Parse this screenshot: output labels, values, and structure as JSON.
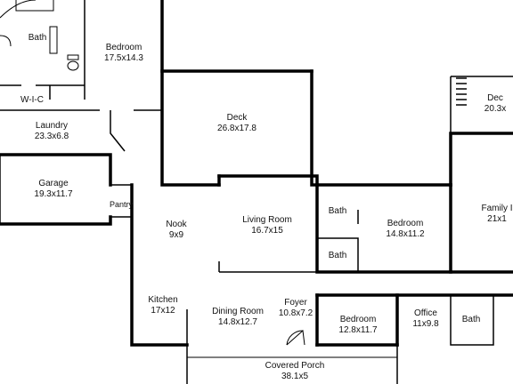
{
  "rooms": {
    "bath_tl": {
      "name": "Bath",
      "dims": ""
    },
    "bedroom_tl": {
      "name": "Bedroom",
      "dims": "17.5x14.3"
    },
    "wic": {
      "name": "W-I-C",
      "dims": ""
    },
    "laundry": {
      "name": "Laundry",
      "dims": "23.3x6.8"
    },
    "garage": {
      "name": "Garage",
      "dims": "19.3x11.7"
    },
    "pantry": {
      "name": "Pantry",
      "dims": ""
    },
    "deck_center": {
      "name": "Deck",
      "dims": "26.8x17.8"
    },
    "deck_right": {
      "name": "Dec",
      "dims": "20.3x"
    },
    "nook": {
      "name": "Nook",
      "dims": "9x9"
    },
    "living": {
      "name": "Living Room",
      "dims": "16.7x15"
    },
    "bath_mid1": {
      "name": "Bath",
      "dims": ""
    },
    "bath_mid2": {
      "name": "Bath",
      "dims": ""
    },
    "bedroom_mid": {
      "name": "Bedroom",
      "dims": "14.8x11.2"
    },
    "family": {
      "name": "Family I",
      "dims": "21x1"
    },
    "kitchen": {
      "name": "Kitchen",
      "dims": "17x12"
    },
    "dining": {
      "name": "Dining Room",
      "dims": "14.8x12.7"
    },
    "foyer": {
      "name": "Foyer",
      "dims": "10.8x7.2"
    },
    "bedroom_low": {
      "name": "Bedroom",
      "dims": "12.8x11.7"
    },
    "office": {
      "name": "Office",
      "dims": "11x9.8"
    },
    "bath_low": {
      "name": "Bath",
      "dims": ""
    },
    "porch": {
      "name": "Covered Porch",
      "dims": "38.1x5"
    }
  },
  "colors": {
    "wall": "#000000",
    "background": "#ffffff",
    "text": "#111111"
  }
}
